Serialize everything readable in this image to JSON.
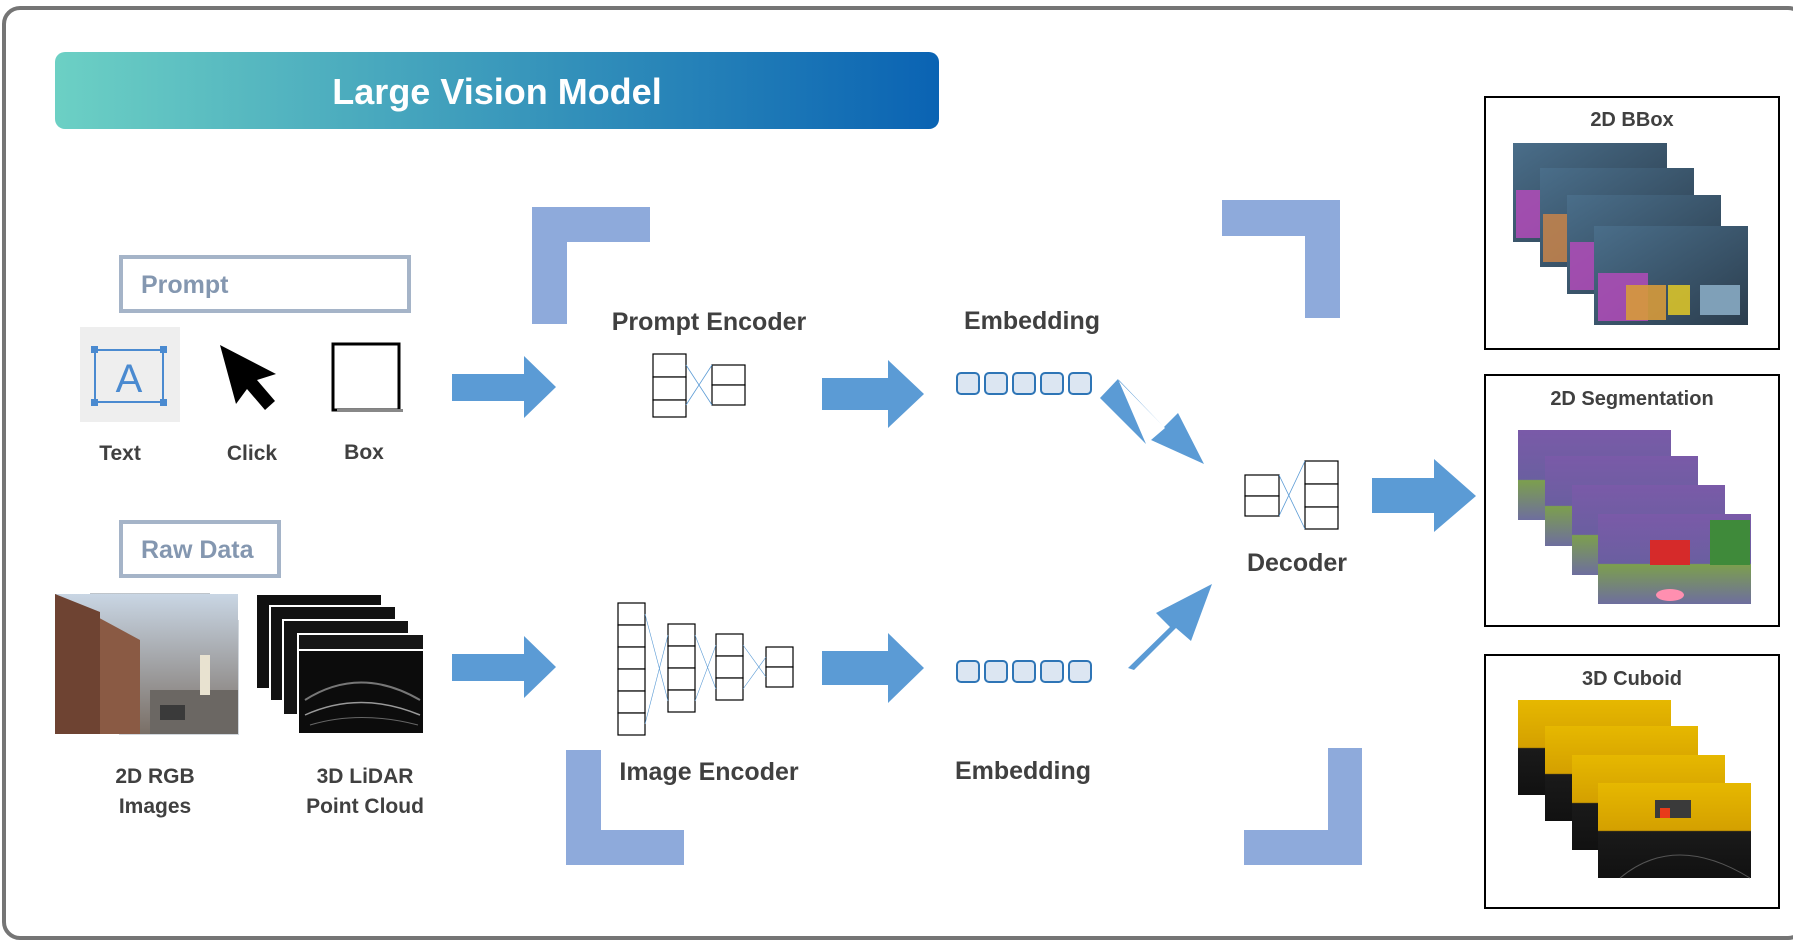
{
  "title": "Large Vision Model",
  "prompt_box": {
    "label": "Prompt",
    "items": [
      {
        "label": "Text",
        "icon": "text-icon",
        "glyph": "A"
      },
      {
        "label": "Click",
        "icon": "cursor-icon"
      },
      {
        "label": "Box",
        "icon": "box-icon"
      }
    ]
  },
  "raw_data_box": {
    "label": "Raw Data",
    "items": [
      {
        "label_line1": "2D RGB",
        "label_line2": "Images",
        "icon": "rgb-images-icon"
      },
      {
        "label_line1": "3D LiDAR",
        "label_line2": "Point Cloud",
        "icon": "lidar-icon"
      }
    ]
  },
  "prompt_encoder": {
    "label": "Prompt Encoder"
  },
  "image_encoder": {
    "label": "Image Encoder"
  },
  "embedding_top": {
    "label": "Embedding",
    "tokens": 5
  },
  "embedding_bottom": {
    "label": "Embedding",
    "tokens": 5
  },
  "decoder": {
    "label": "Decoder"
  },
  "outputs": [
    {
      "label": "2D BBox"
    },
    {
      "label": "2D Segmentation"
    },
    {
      "label": "3D Cuboid"
    }
  ],
  "colors": {
    "frame": "#757575",
    "banner_start": "#6cd0c4",
    "banner_end": "#0a63b3",
    "arrow": "#5b9bd5",
    "bracket": "#8eaadb",
    "label_box": "#a5b4c8",
    "label_text": "#8497b0",
    "text": "#404040",
    "token": "#2e75b6"
  }
}
